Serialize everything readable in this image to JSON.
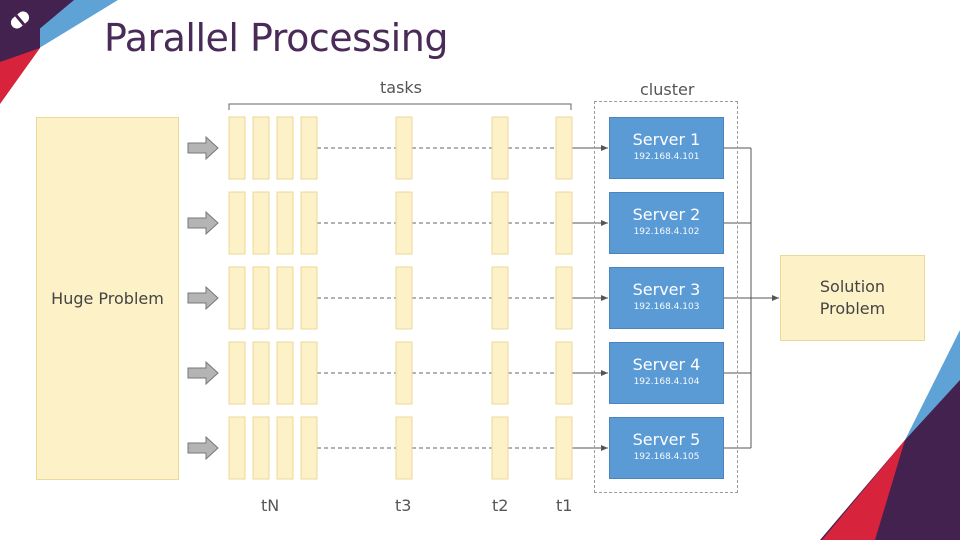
{
  "title": "Parallel Processing",
  "labels": {
    "tasks": "tasks",
    "cluster": "cluster",
    "huge_problem": "Huge Problem",
    "solution_line1": "Solution",
    "solution_line2": "Problem",
    "tN": "tN",
    "t3": "t3",
    "t2": "t2",
    "t1": "t1"
  },
  "servers": [
    {
      "name": "Server 1",
      "ip": "192.168.4.101"
    },
    {
      "name": "Server 2",
      "ip": "192.168.4.102"
    },
    {
      "name": "Server 3",
      "ip": "192.168.4.103"
    },
    {
      "name": "Server 4",
      "ip": "192.168.4.104"
    },
    {
      "name": "Server 5",
      "ip": "192.168.4.105"
    }
  ],
  "colors": {
    "title": "#4a2b57",
    "task_fill": "#fdf1c7",
    "server_fill": "#5b9bd5",
    "accent_purple": "#43224f",
    "accent_red": "#d8233c",
    "accent_blue": "#5fa3d6"
  },
  "icons": [
    "logo-icon",
    "right-arrow-icon"
  ]
}
